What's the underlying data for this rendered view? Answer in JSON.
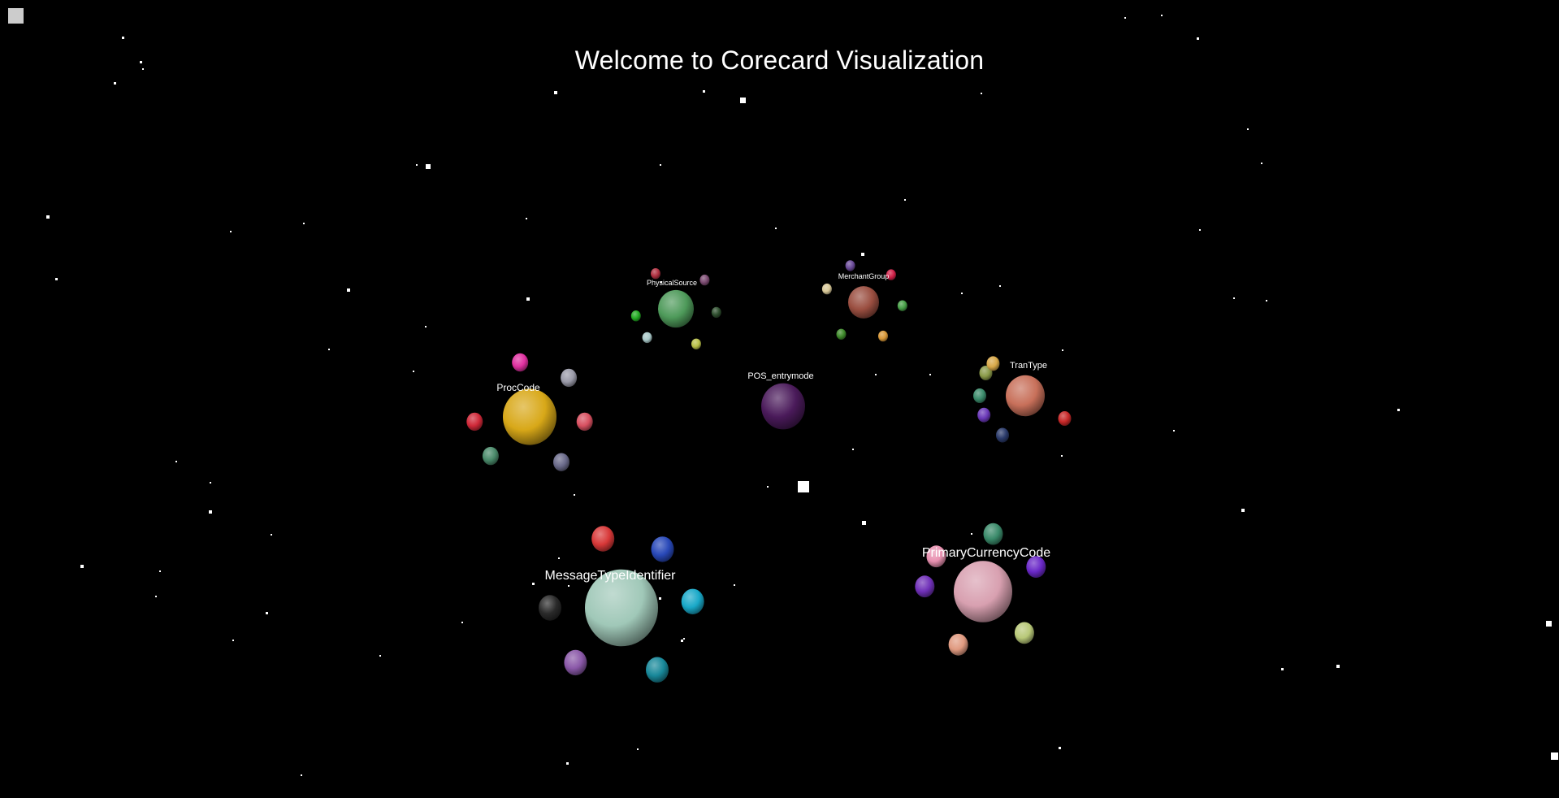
{
  "header": {
    "title": "Welcome to Corecard Visualization"
  },
  "colors": {
    "background": "#000000",
    "star": "#ffffff",
    "label": "#ffffff"
  },
  "clusters": [
    {
      "id": "physical-source",
      "label": "PhysicalSource",
      "color": "#4e9a5a",
      "moons": [
        "#22aa22",
        "#a8c8c8",
        "#b8c048",
        "#2e4e2e",
        "#7a4a70",
        "#b03040"
      ]
    },
    {
      "id": "merchant-group",
      "label": "MerchantGroup",
      "color": "#9a4e40",
      "moons": [
        "#d8c898",
        "#3e8a2a",
        "#d89838",
        "#48a048",
        "#d02048",
        "#6a4a98"
      ]
    },
    {
      "id": "proc-code",
      "label": "ProcCode",
      "color": "#d8a818",
      "moons": [
        "#d02838",
        "#4a8a6a",
        "#6a6a8a",
        "#d85060",
        "#9a9aa8",
        "#e030a0"
      ]
    },
    {
      "id": "pos-entrymode",
      "label": "POS_entrymode",
      "color": "#4a1a5a",
      "moons": []
    },
    {
      "id": "tran-type",
      "label": "TranType",
      "color": "#c8705a",
      "moons": [
        "#8a9a48",
        "#6a38b8",
        "#2a3a6a",
        "#3a8a6a",
        "#c82828",
        "#d8a848"
      ]
    },
    {
      "id": "message-type-identifier",
      "label": "MessageTypeIdentifier",
      "color": "#a0c8b8",
      "moons": [
        "#d83838",
        "#2848b8",
        "#18a8c8",
        "#18889a",
        "#8a58a8",
        "#2a2a2a"
      ]
    },
    {
      "id": "primary-currency-code",
      "label": "PrimaryCurrencyCode",
      "color": "#d8a0b0",
      "moons": [
        "#e890b0",
        "#3a8a6a",
        "#6a28c8",
        "#b8c878",
        "#e09a80",
        "#7030b8"
      ]
    }
  ]
}
